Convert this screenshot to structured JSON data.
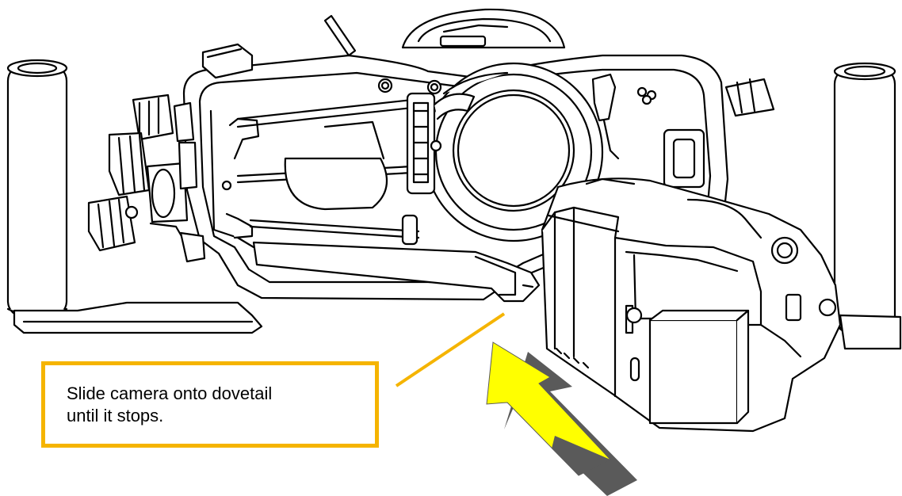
{
  "callout": {
    "text": "Slide camera onto dovetail\nuntil it stops."
  },
  "colors": {
    "callout_border": "#f5b400",
    "leader_line": "#f5b400",
    "arrow_fill": "#ffff00",
    "arrow_shadow": "#5a5a5a",
    "line_art": "#000000"
  },
  "icons": [
    "underwater-housing-illustration",
    "camera-illustration",
    "direction-arrow"
  ]
}
